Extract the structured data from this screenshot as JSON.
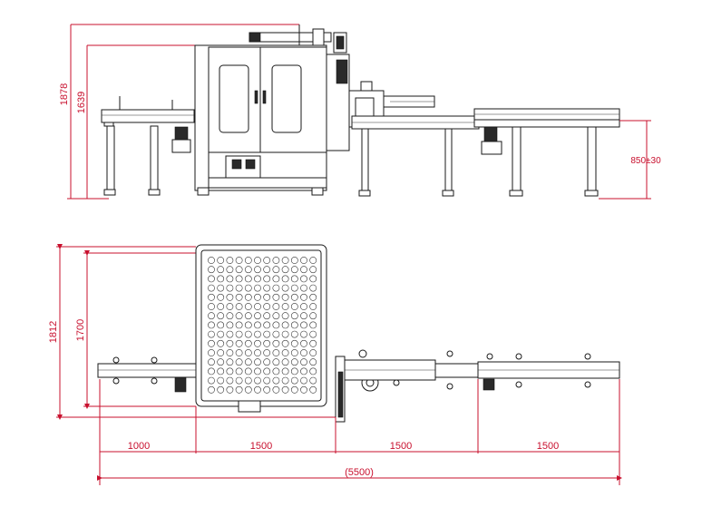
{
  "front_view": {
    "height_total": "1878",
    "height_frame": "1639",
    "conveyor_height": "850±30"
  },
  "top_view": {
    "depth_total": "1812",
    "depth_frame": "1700",
    "seg_1": "1000",
    "seg_2": "1500",
    "seg_3": "1500",
    "seg_4": "1500",
    "overall_length": "(5500)"
  },
  "colors": {
    "dimension": "#c8102e",
    "line": "#1a1a1a"
  }
}
